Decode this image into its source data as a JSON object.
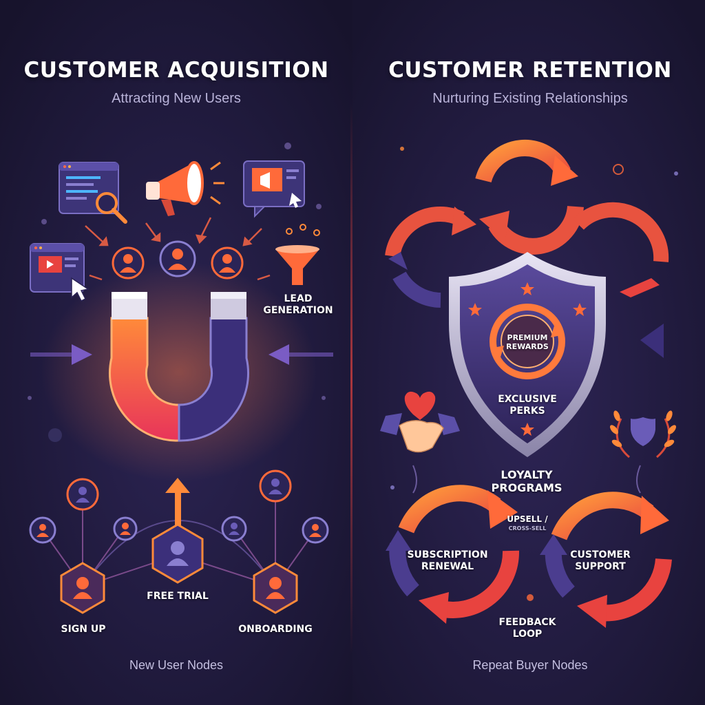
{
  "colors": {
    "background": "#1a1632",
    "accent_orange": "#ff7a3c",
    "accent_red": "#e8433f",
    "accent_purple": "#4b3d8f",
    "divider": "#8a3a4a"
  },
  "left": {
    "title": "CUSTOMER ACQUISITION",
    "subtitle": "Attracting New Users",
    "lead_generation": [
      "LEAD",
      "GENERATION"
    ],
    "free_trial": "FREE TRIAL",
    "sign_up": "SIGN UP",
    "onboarding": "ONBOARDING",
    "footer": "New User Nodes",
    "icons": [
      "browser-search-icon",
      "megaphone-icon",
      "ad-window-icon",
      "video-window-icon",
      "funnel-icon",
      "magnet-icon",
      "user-icon"
    ]
  },
  "right": {
    "title": "CUSTOMER RETENTION",
    "subtitle": "Nurturing Existing Relationships",
    "premium_rewards": [
      "PREMIUM",
      "REWARDS"
    ],
    "exclusive_perks": [
      "EXCLUSIVE",
      "PERKS"
    ],
    "loyalty_programs": [
      "LOYALTY",
      "PROGRAMS"
    ],
    "upsell": "UPSELL /",
    "cross_sell": "CROSS-SELL",
    "subscription_renewal": [
      "SUBSCRIPTION",
      "RENEWAL"
    ],
    "customer_support": [
      "CUSTOMER",
      "SUPPORT"
    ],
    "feedback_loop": [
      "FEEDBACK",
      "LOOP"
    ],
    "footer": "Repeat Buyer Nodes",
    "icons": [
      "cycle-arrows-icon",
      "shield-icon",
      "handshake-icon",
      "heart-icon",
      "laurel-wreath-icon"
    ]
  }
}
